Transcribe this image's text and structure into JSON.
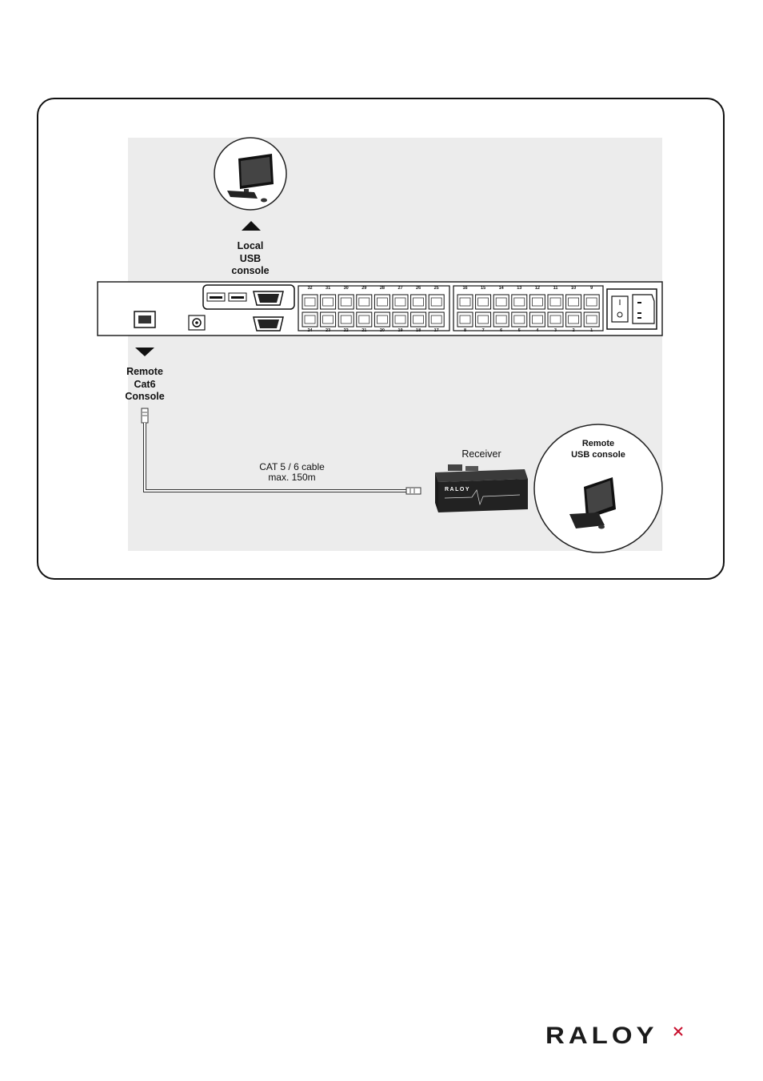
{
  "labels": {
    "local_console": [
      "Local",
      "USB",
      "console"
    ],
    "remote_cat6": [
      "Remote",
      "Cat6",
      "Console"
    ],
    "receiver": "Receiver",
    "cable": [
      "CAT 5 / 6 cable",
      "max. 150m"
    ],
    "remote_usb_console": [
      "Remote",
      "USB console"
    ]
  },
  "ports_top": [
    "32",
    "31",
    "30",
    "29",
    "28",
    "27",
    "26",
    "25",
    "16",
    "15",
    "14",
    "13",
    "12",
    "11",
    "10",
    "9"
  ],
  "ports_bottom": [
    "24",
    "23",
    "22",
    "21",
    "20",
    "19",
    "18",
    "17",
    "8",
    "7",
    "6",
    "5",
    "4",
    "3",
    "2",
    "1"
  ],
  "receiver_brand": "RALOY",
  "logo": "RALOY",
  "colors": {
    "frame": "#111111",
    "background": "#ececec",
    "logo_accent": "#c8102e"
  }
}
